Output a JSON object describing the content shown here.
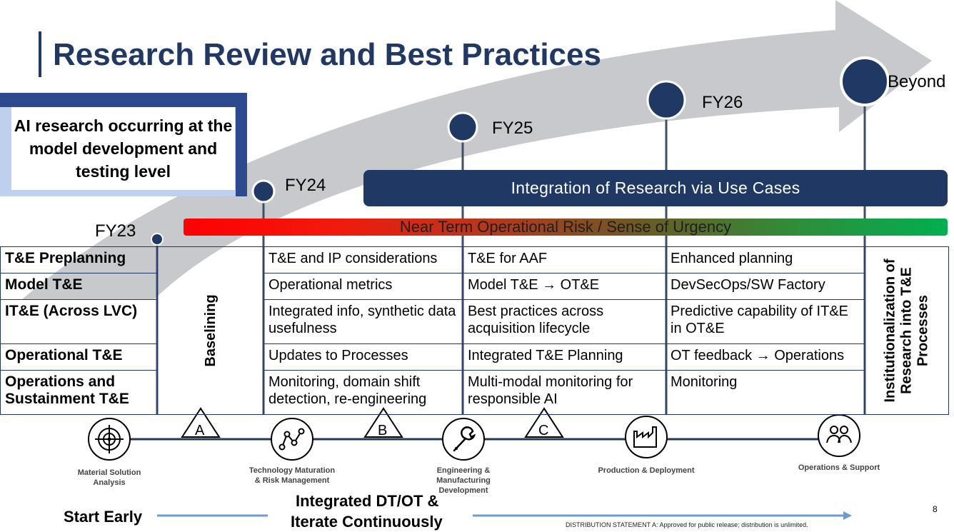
{
  "title": "Research Review and Best Practices",
  "callout": "AI research occurring at the model development and testing level",
  "fiscal_years": [
    "FY23",
    "FY24",
    "FY25",
    "FY26",
    "Beyond"
  ],
  "use_case_bar": "Integration of Research via Use Cases",
  "risk_bar": "Near Term Operational Risk / Sense of Urgency",
  "rows": [
    {
      "label": "T&E Preplanning",
      "fy24": "T&E and IP considerations",
      "fy25": "T&E for AAF",
      "fy26": "Enhanced planning"
    },
    {
      "label": "Model T&E",
      "fy24": "Operational metrics",
      "fy25": "Model T&E → OT&E",
      "fy26": "DevSecOps/SW Factory"
    },
    {
      "label": "IT&E (Across LVC)",
      "fy24": "Integrated info, synthetic data usefulness",
      "fy25": "Best practices across acquisition lifecycle",
      "fy26": "Predictive capability of IT&E in OT&E"
    },
    {
      "label": "Operational T&E",
      "fy24": "Updates to Processes",
      "fy25": "Integrated T&E Planning",
      "fy26": "OT feedback → Operations"
    },
    {
      "label": "Operations and Sustainment T&E",
      "fy24": "Monitoring, domain shift detection, re-engineering",
      "fy25": "Multi-modal monitoring for responsible AI",
      "fy26": "Monitoring"
    }
  ],
  "baselining": "Baselining",
  "institutionalization": "Institutionalization of Research into T&E Processes",
  "milestones": [
    {
      "letter": "A"
    },
    {
      "letter": "B"
    },
    {
      "letter": "C"
    }
  ],
  "phases": [
    {
      "label": "Material Solution Analysis",
      "icon": "target-icon"
    },
    {
      "label": "Technology Maturation & Risk Management",
      "icon": "network-icon"
    },
    {
      "label": "Engineering & Manufacturing Development",
      "icon": "wrench-icon"
    },
    {
      "label": "Production & Deployment",
      "icon": "factory-icon"
    },
    {
      "label": "Operations & Support",
      "icon": "people-icon"
    }
  ],
  "start_early": "Start Early",
  "integrated_dt_ot": "Integrated DT/OT &",
  "iterate": "Iterate Continuously",
  "distribution": "DISTRIBUTION STATEMENT A:  Approved for public release; distribution is unlimited.",
  "page_number": "8",
  "colors": {
    "navy": "#1f3864",
    "arrow_gray": "#c8c9cc",
    "timeline_blue": "#5b9bd5"
  }
}
